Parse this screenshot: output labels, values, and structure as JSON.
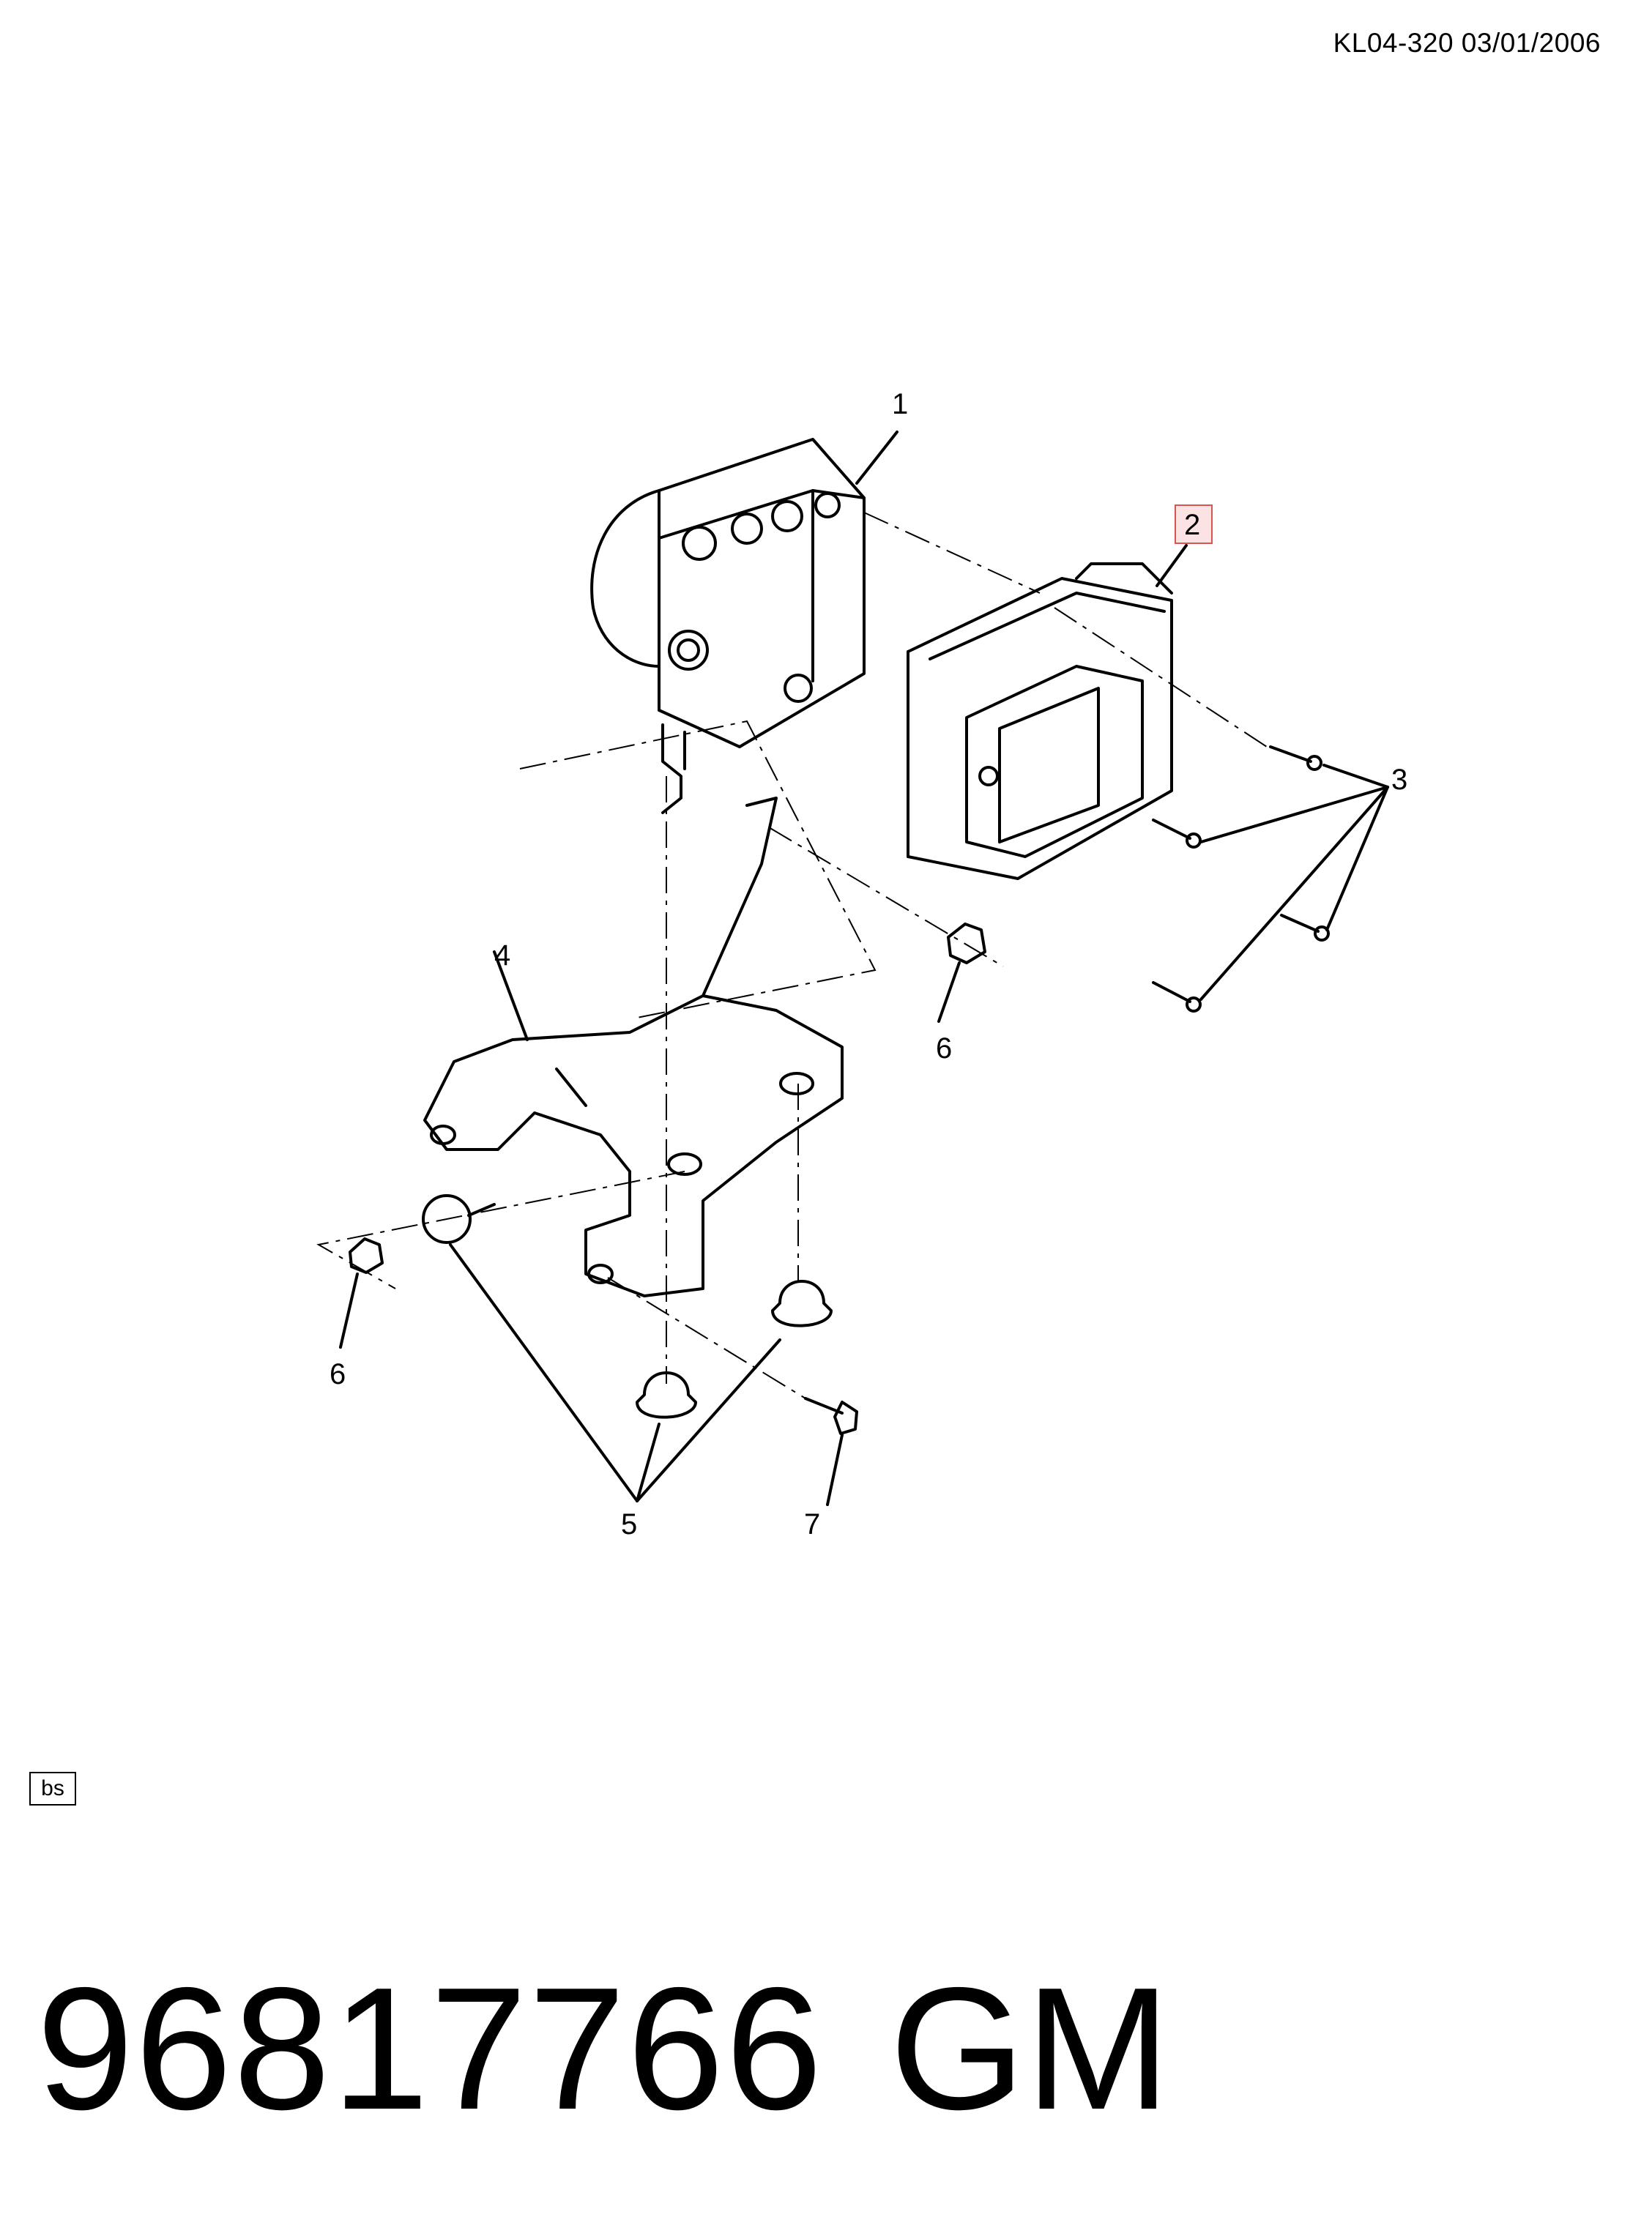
{
  "header": {
    "doc_code": "KL04-320  03/01/2006"
  },
  "diagram": {
    "callouts": {
      "c1": "1",
      "c2": "2",
      "c3": "3",
      "c4": "4",
      "c5": "5",
      "c6a": "6",
      "c6b": "6",
      "c7": "7"
    },
    "highlighted_callout": "2",
    "highlight_color": "#d9534f"
  },
  "footer": {
    "box_label": "bs",
    "part_number": "96817766",
    "brand": "GM"
  }
}
